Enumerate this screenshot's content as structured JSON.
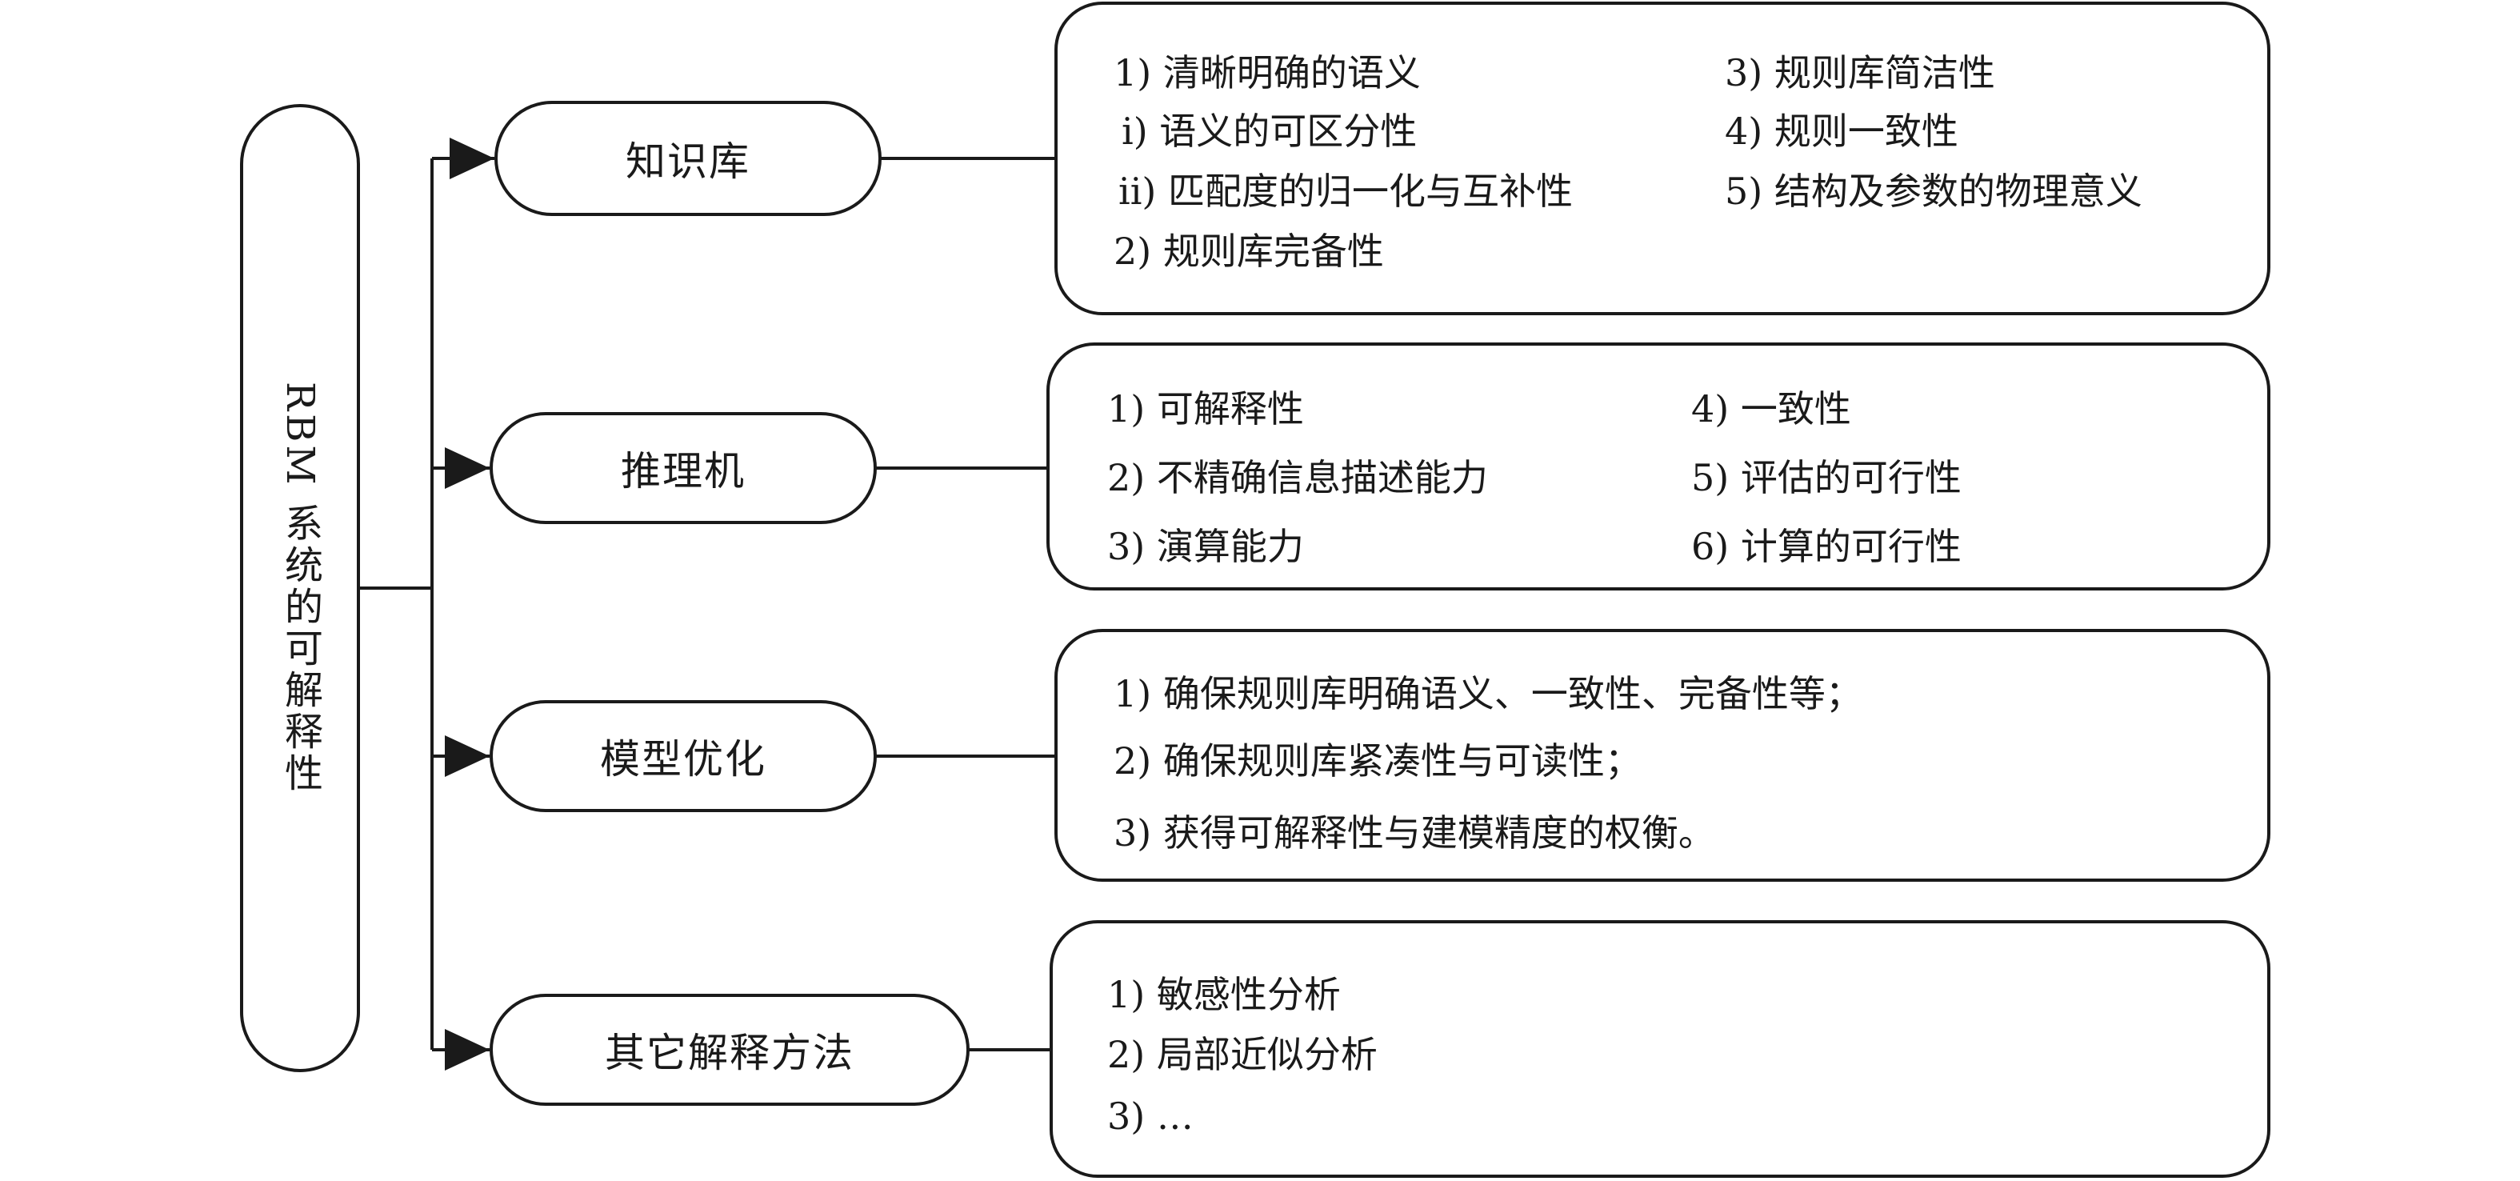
{
  "root": {
    "label": "RBM 系统的可解释性"
  },
  "branches": [
    {
      "label": "知识库",
      "items": [
        "1) 清晰明确的语义",
        "i) 语义的可区分性",
        "ii) 匹配度的归一化与互补性",
        "2) 规则库完备性",
        "3) 规则库简洁性",
        "4) 规则一致性",
        "5) 结构及参数的物理意义"
      ]
    },
    {
      "label": "推理机",
      "items": [
        "1) 可解释性",
        "2) 不精确信息描述能力",
        "3) 演算能力",
        "4) 一致性",
        "5) 评估的可行性",
        "6) 计算的可行性"
      ]
    },
    {
      "label": "模型优化",
      "items": [
        "1) 确保规则库明确语义、一致性、完备性等；",
        "2) 确保规则库紧凑性与可读性；",
        "3) 获得可解释性与建模精度的权衡。"
      ]
    },
    {
      "label": "其它解释方法",
      "items": [
        "1) 敏感性分析",
        "2) 局部近似分析",
        "3) …"
      ]
    }
  ]
}
